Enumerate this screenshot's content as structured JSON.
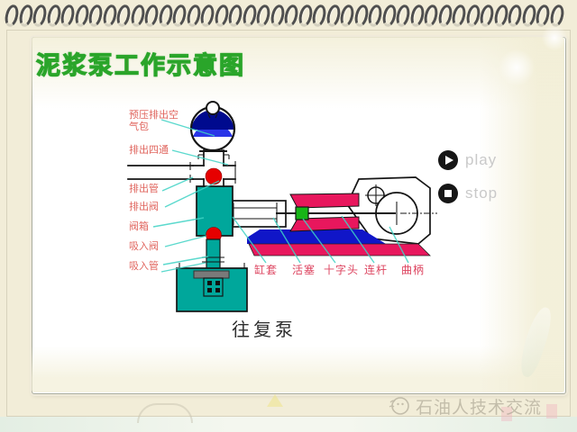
{
  "slide": {
    "title": "泥浆泵工作示意图",
    "diagram": {
      "caption": "往复泵",
      "labels_left": [
        "预压排出空气包",
        "排出四通",
        "排出管",
        "排出阀",
        "阀箱",
        "吸入阀",
        "吸入管"
      ],
      "labels_bottom": [
        "缸套",
        "活塞",
        "十字头",
        "连杆",
        "曲柄"
      ]
    },
    "controls": {
      "play_label": "play",
      "stop_label": "stop"
    }
  },
  "watermark": {
    "text": "石油人技术交流"
  },
  "colors": {
    "title_red": "#cf2020",
    "title_green": "#2aa52a",
    "label_red": "#e0655e",
    "label_crimson": "#dd4560",
    "leader": "#3ed2c4",
    "teal": "#00a79b",
    "pink": "#e8175d",
    "blue": "#1016c8",
    "navy": "#000a8e",
    "band_blue": "#2a35e8",
    "red": "#e60000",
    "green": "#17b517"
  }
}
